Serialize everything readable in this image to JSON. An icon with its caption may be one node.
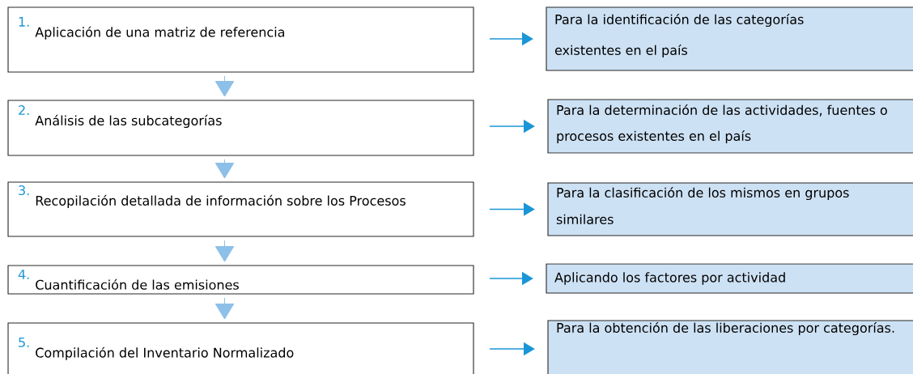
{
  "diagram": {
    "nodes": [
      {
        "text": [
          "1.",
          "Aplicación de una matriz de referencia"
        ]
      },
      {
        "text": [
          "Para la identificación de las categorías existentes en el país"
        ]
      },
      {
        "text": [
          "2.",
          "Análisis de las subcategorías"
        ]
      },
      {
        "text": [
          "Para la determinación de las actividades, fuentes o procesos existentes en el país"
        ]
      },
      {
        "text": [
          "3.",
          "Recopilación detallada de información sobre los Procesos"
        ]
      },
      {
        "text": [
          "Para la clasificación de los mismos en grupos similares"
        ]
      },
      {
        "text": [
          "4.",
          "Cuantificación de las emisiones"
        ]
      },
      {
        "text": [
          "Aplicando los factores por actividad"
        ]
      },
      {
        "text": [
          "5.",
          "Compilación del Inventario Normalizado"
        ]
      },
      {
        "text": [
          "Para la obtención de las liberaciones por categorías."
        ]
      }
    ],
    "edges": [
      {
        "from": 0,
        "to": 1,
        "arrow": "to"
      },
      {
        "from": 0,
        "to": 2,
        "arrow": "to",
        "color": "#8dc0e8"
      },
      {
        "from": 2,
        "to": 3,
        "arrow": "to"
      },
      {
        "from": 2,
        "to": 4,
        "arrow": "to",
        "color": "#8dc0e8"
      },
      {
        "from": 4,
        "to": 5,
        "arrow": "to"
      },
      {
        "from": 4,
        "to": 6,
        "arrow": "to",
        "color": "#8dc0e8"
      },
      {
        "from": 6,
        "to": 7,
        "arrow": "to"
      },
      {
        "from": 6,
        "to": 8,
        "arrow": "to",
        "color": "#8dc0e8"
      },
      {
        "from": 8,
        "to": 9,
        "arrow": "to"
      }
    ]
  }
}
